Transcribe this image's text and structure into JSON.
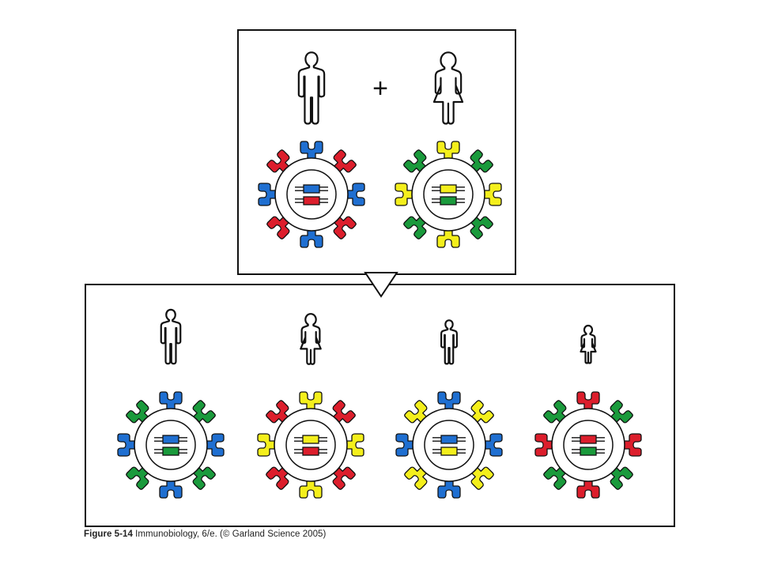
{
  "colors": {
    "blue": "#1f6fd1",
    "red": "#dc1e2c",
    "yellow": "#f4ef1c",
    "green": "#1a9a3c",
    "outline": "#111111"
  },
  "caption": {
    "figure": "Figure 5-14",
    "text": "Immunobiology, 6/e. (© Garland Science 2005)"
  },
  "parents": {
    "plus_symbol": "+",
    "members": [
      {
        "role": "father",
        "figure_icon": "male-figure-icon",
        "genes": [
          "blue",
          "red"
        ],
        "alleles": [
          "blue",
          "red"
        ]
      },
      {
        "role": "mother",
        "figure_icon": "female-figure-icon",
        "genes": [
          "yellow",
          "green"
        ],
        "alleles": [
          "yellow",
          "green"
        ]
      }
    ]
  },
  "offspring": [
    {
      "role": "son",
      "figure_icon": "male-figure-icon",
      "genes": [
        "blue",
        "green"
      ],
      "alleles": [
        "blue",
        "green"
      ]
    },
    {
      "role": "daughter",
      "figure_icon": "female-figure-icon",
      "genes": [
        "yellow",
        "red"
      ],
      "alleles": [
        "yellow",
        "red"
      ]
    },
    {
      "role": "son",
      "figure_icon": "male-figure-icon",
      "genes": [
        "blue",
        "yellow"
      ],
      "alleles": [
        "blue",
        "yellow"
      ]
    },
    {
      "role": "daughter",
      "figure_icon": "female-figure-icon",
      "genes": [
        "red",
        "green"
      ],
      "alleles": [
        "red",
        "green"
      ]
    }
  ]
}
